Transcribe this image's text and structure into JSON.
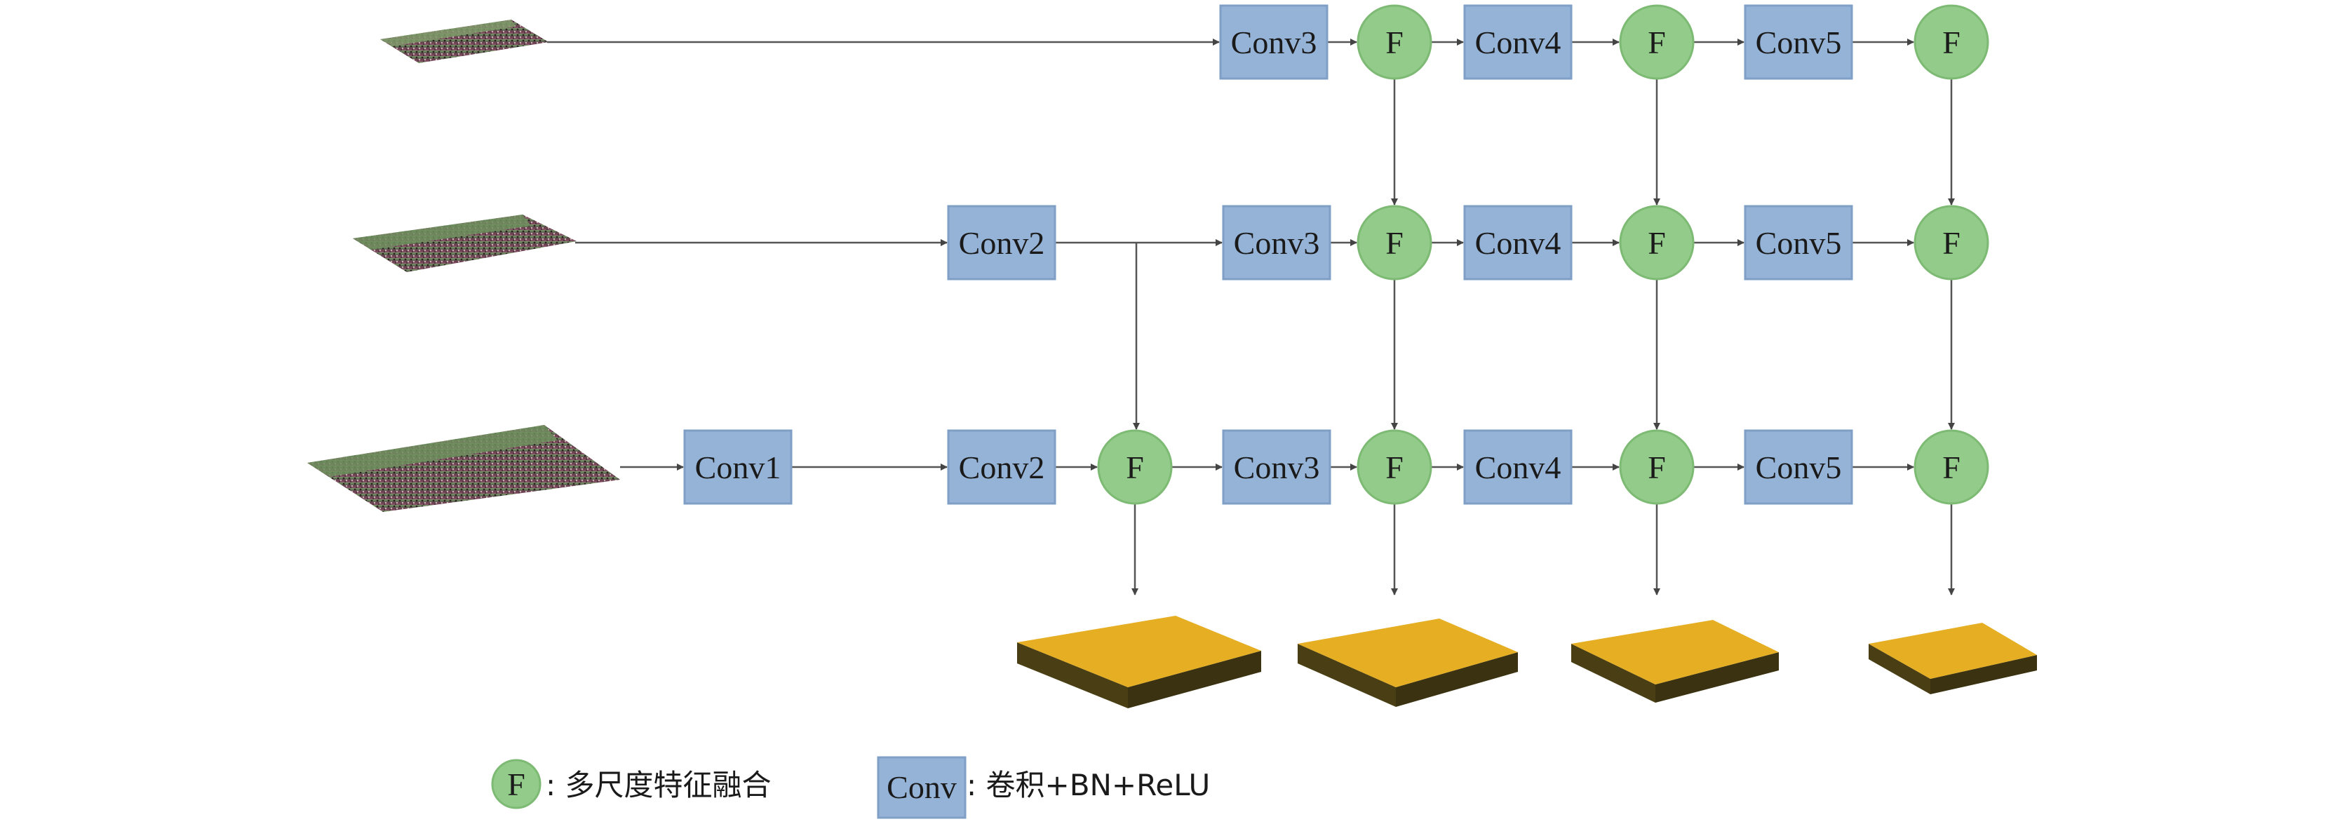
{
  "diagram": {
    "node_labels": {
      "conv1": "Conv1",
      "conv2": "Conv2",
      "conv3": "Conv3",
      "conv4": "Conv4",
      "conv5": "Conv5",
      "fusion": "F"
    },
    "legend": {
      "fusion_symbol": "F",
      "fusion_text": ": 多尺度特征融合",
      "conv_symbol": "Conv",
      "conv_text": ": 卷积+BN+ReLU"
    }
  },
  "colors": {
    "conv_fill": "#95b3d7",
    "conv_stroke": "#7f9fc6",
    "fusion_fill": "#93cc8a",
    "fusion_stroke": "#7dba73",
    "feature_map_top": "#e6ae22",
    "feature_map_side": "#4a3f14",
    "arrow": "#555555"
  }
}
